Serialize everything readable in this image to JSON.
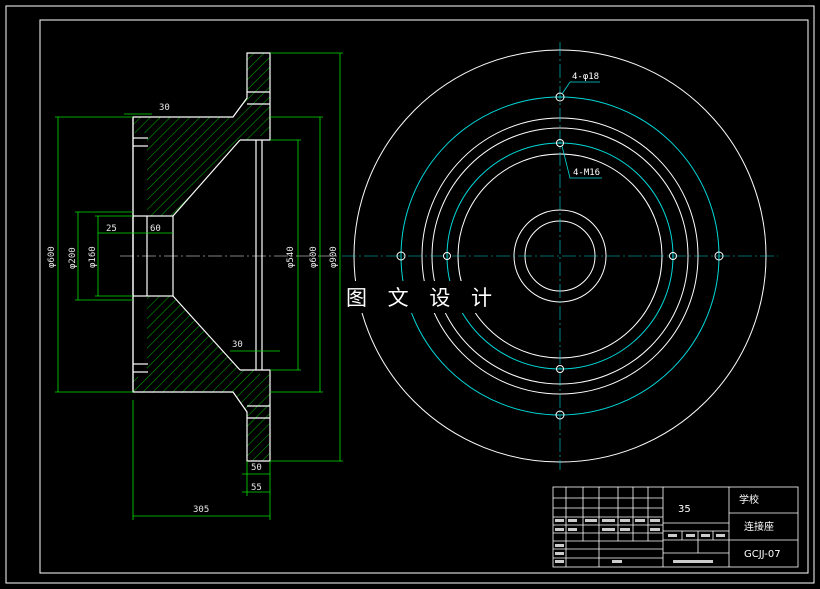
{
  "watermark": "图 文 设 计",
  "section_view": {
    "dims": {
      "d600_left": "φ600",
      "d200": "φ200",
      "d160": "φ160",
      "w25": "25",
      "w60": "60",
      "t30_top": "30",
      "t30_mid": "30",
      "d540": "φ540",
      "d600_right": "φ600",
      "d900": "φ900",
      "w50": "50",
      "w55": "55",
      "l305": "305"
    }
  },
  "plan_view": {
    "hole_label": "4-φ18",
    "thread_label": "4-M16"
  },
  "title_block": {
    "material": "35",
    "school": "学校",
    "part_name": "连接座",
    "drawing_no": "GCJJ-07"
  },
  "colors": {
    "frame": "#ffffff",
    "outline": "#ffffff",
    "hatch": "#00e000",
    "dimension": "#00e000",
    "center": "#ffffff",
    "cyan": "#00d8d8",
    "yellow": "#e8e800",
    "label": "#e8e800"
  }
}
